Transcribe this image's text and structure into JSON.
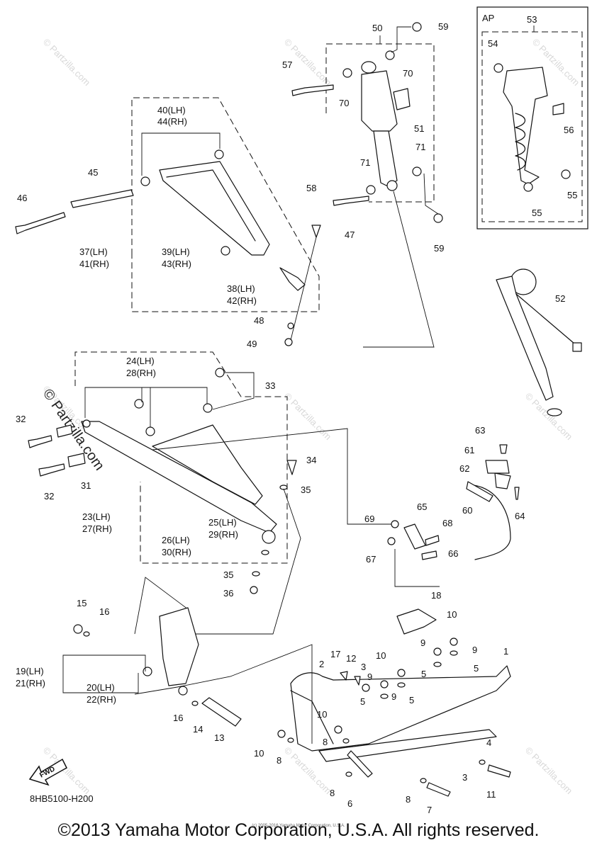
{
  "watermark_text": "© Partzilla.com",
  "diagram_code": "8HB5100-H200",
  "tiny_notice": "(c) 2005-2016 Yamaha Motor Corporation, U.S.A.",
  "copyright": "©2013 Yamaha Motor Corporation, U.S.A. All rights reserved.",
  "fwd_label": "FWD",
  "inset": {
    "label": "AP"
  },
  "callouts": {
    "c1": "1",
    "c2": "2",
    "c3": "3",
    "c3b": "3",
    "c4": "4",
    "c5a": "5",
    "c5b": "5",
    "c5c": "5",
    "c5d": "5",
    "c6": "6",
    "c7": "7",
    "c8a": "8",
    "c8b": "8",
    "c8c": "8",
    "c8d": "8",
    "c9a": "9",
    "c9b": "9",
    "c9c": "9",
    "c9d": "9",
    "c10a": "10",
    "c10b": "10",
    "c10c": "10",
    "c10d": "10",
    "c11": "11",
    "c12": "12",
    "c13": "13",
    "c14": "14",
    "c15": "15",
    "c16a": "16",
    "c16b": "16",
    "c17": "17",
    "c18": "18",
    "c19": "19(LH)",
    "c21": "21(RH)",
    "c20": "20(LH)",
    "c22": "22(RH)",
    "c23": "23(LH)",
    "c27": "27(RH)",
    "c24": "24(LH)",
    "c28": "28(RH)",
    "c25": "25(LH)",
    "c29": "29(RH)",
    "c26": "26(LH)",
    "c30": "30(RH)",
    "c31": "31",
    "c32a": "32",
    "c32b": "32",
    "c33": "33",
    "c34": "34",
    "c35a": "35",
    "c35b": "35",
    "c36": "36",
    "c37": "37(LH)",
    "c41": "41(RH)",
    "c38": "38(LH)",
    "c42": "42(RH)",
    "c39": "39(LH)",
    "c43": "43(RH)",
    "c40": "40(LH)",
    "c44": "44(RH)",
    "c45": "45",
    "c46": "46",
    "c47": "47",
    "c48": "48",
    "c49": "49",
    "c50": "50",
    "c51": "51",
    "c52": "52",
    "c53": "53",
    "c54": "54",
    "c55a": "55",
    "c55b": "55",
    "c56": "56",
    "c57": "57",
    "c58": "58",
    "c59a": "59",
    "c59b": "59",
    "c60": "60",
    "c61": "61",
    "c62": "62",
    "c63": "63",
    "c64": "64",
    "c65": "65",
    "c66": "66",
    "c67": "67",
    "c68": "68",
    "c69": "69",
    "c70a": "70",
    "c70b": "70",
    "c71a": "71",
    "c71b": "71"
  }
}
